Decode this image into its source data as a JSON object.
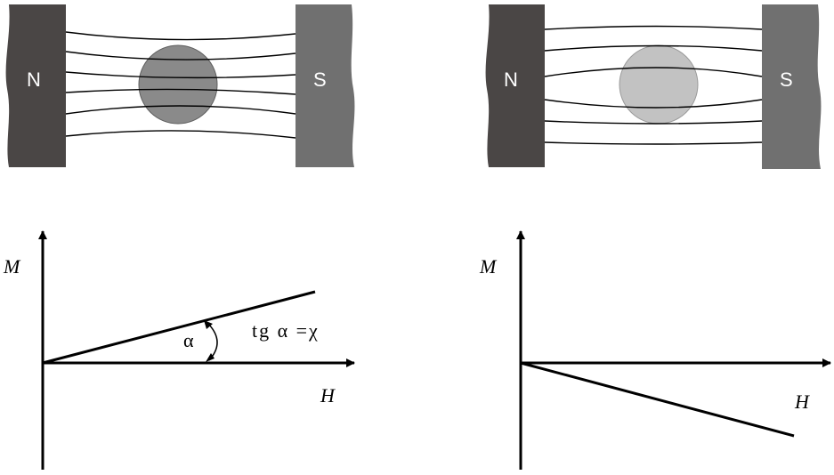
{
  "colors": {
    "pole_north": "#4a4645",
    "pole_south": "#707070",
    "sample_para": "#8a8a8a",
    "sample_dia": "#c2c2c2",
    "ink": "#000000"
  },
  "panels": [
    {
      "id": "paramagnet",
      "magnet": {
        "north_label": "N",
        "south_label": "S"
      },
      "graph": {
        "y_label": "M",
        "x_label": "H",
        "angle_label": "α",
        "formula": "tg α =χ"
      }
    },
    {
      "id": "diamagnet",
      "magnet": {
        "north_label": "N",
        "south_label": "S"
      },
      "graph": {
        "y_label": "M",
        "x_label": "H"
      }
    }
  ]
}
